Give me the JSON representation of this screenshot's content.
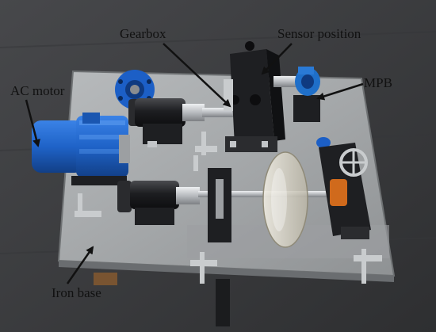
{
  "labels": {
    "gearbox": "Gearbox",
    "sensor_position": "Sensor position",
    "ac_motor": "AC motor",
    "mpb": "MPB",
    "iron_base": "Iron base"
  },
  "colors": {
    "floor": "#3d3e40",
    "plate": "#a9acad",
    "motor_blue": "#1f63c8",
    "flange_blue": "#1c5fc6",
    "block_dark": "#1e1f22",
    "shaft_silver": "#c6c9cc",
    "acrylic_disc": "#d8d4c8",
    "brake_orange": "#d06a1c",
    "annotation": "#111111"
  }
}
